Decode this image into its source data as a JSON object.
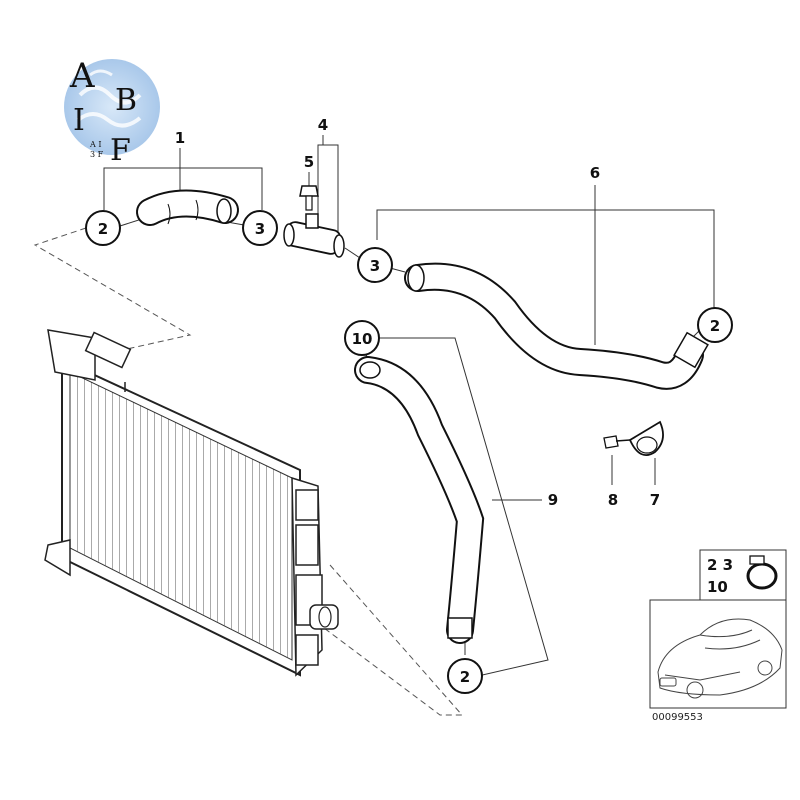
{
  "logo": {
    "letters": [
      "A",
      "B",
      "I",
      "F"
    ],
    "small_lines": [
      "A I",
      "3 F"
    ]
  },
  "part_labels": {
    "p1": "1",
    "p4": "4",
    "p5": "5",
    "p6": "6",
    "p7": "7",
    "p8": "8",
    "p9": "9"
  },
  "clamp_labels": {
    "c2_left": "2",
    "c3_left": "3",
    "c3_mid": "3",
    "c2_right": "2",
    "c10": "10",
    "c2_bottom": "2"
  },
  "inset": {
    "line1": "2  3",
    "line2": "10",
    "code": "00099553"
  }
}
